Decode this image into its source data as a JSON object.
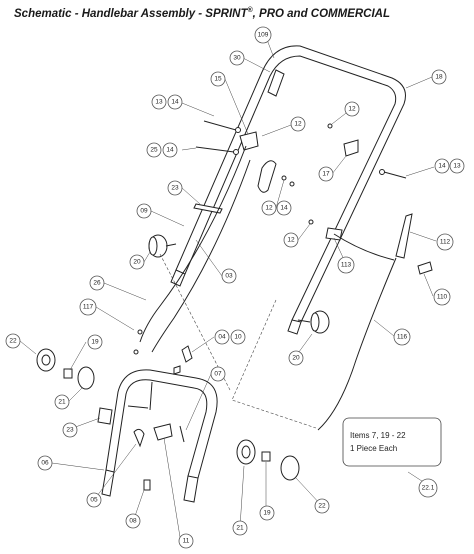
{
  "title": {
    "prefix": "Schematic - Handlebar Assembly - SPRINT",
    "registered": "®",
    "suffix": ", PRO and COMMERCIAL"
  },
  "callouts": {
    "c109": "109",
    "c30": "30",
    "c18": "18",
    "c15": "15",
    "c13a": "13",
    "c14a": "14",
    "c12a": "12",
    "c12b": "12",
    "c25": "25",
    "c14b": "14",
    "c17": "17",
    "c14c": "14",
    "c13b": "13",
    "c23a": "23",
    "c12c": "12",
    "c14d": "14",
    "c09": "09",
    "c112": "112",
    "c12d": "12",
    "c113": "113",
    "c20a": "20",
    "c03": "03",
    "c110": "110",
    "c26": "26",
    "c117": "117",
    "c116": "116",
    "c20b": "20",
    "c04": "04",
    "c10": "10",
    "c22a": "22",
    "c19a": "19",
    "c21a": "21",
    "c07": "07",
    "c23b": "23",
    "c06": "06",
    "c05": "05",
    "c08": "08",
    "c11": "11",
    "c21b": "21",
    "c19b": "19",
    "c22b": "22",
    "c221": "22.1"
  },
  "note": {
    "line1": "Items 7, 19 - 22",
    "line2": "1 Piece Each"
  }
}
